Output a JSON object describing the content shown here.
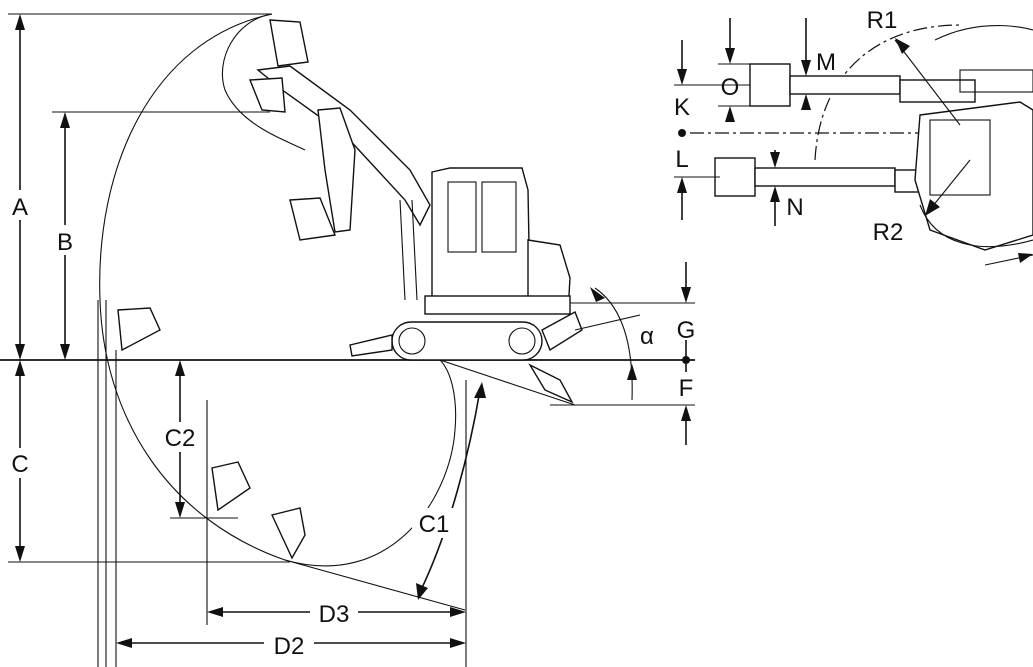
{
  "labels": {
    "A": "A",
    "B": "B",
    "C": "C",
    "C1": "C1",
    "C2": "C2",
    "D2": "D2",
    "D3": "D3",
    "F": "F",
    "G": "G",
    "alpha": "α",
    "K": "K",
    "L": "L",
    "M": "M",
    "N": "N",
    "O": "O",
    "R1": "R1",
    "R2": "R2"
  }
}
